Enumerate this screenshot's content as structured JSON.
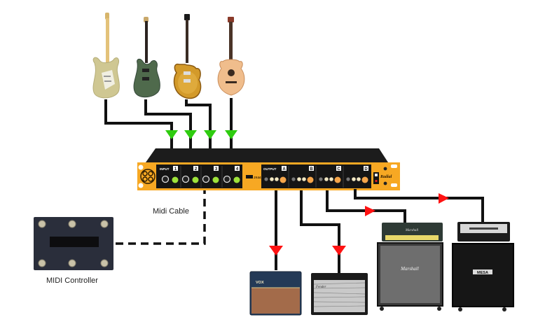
{
  "title": "Radial JX44 guitar & amp switching signal flow",
  "colors": {
    "input_arrow": "#2ecc0f",
    "output_arrow": "#ff1212",
    "cable": "#111111",
    "chassis_orange": "#f7a823",
    "chassis_dark": "#1a1a1a"
  },
  "guitars": [
    {
      "id": "1",
      "name": "Electric guitar (S-style, gold)",
      "icon": "electric-guitar-icon"
    },
    {
      "id": "2",
      "name": "Electric guitar (PRS-style, green)",
      "icon": "electric-guitar-icon"
    },
    {
      "id": "3",
      "name": "Electric guitar (LP-style, sunburst)",
      "icon": "electric-guitar-icon"
    },
    {
      "id": "4",
      "name": "Acoustic guitar",
      "icon": "acoustic-guitar-icon"
    }
  ],
  "device": {
    "brand": "Radial",
    "model": "JX44",
    "input_label": "INPUT",
    "output_label": "OUTPUT",
    "inputs": [
      "1",
      "2",
      "3",
      "4"
    ],
    "outputs": [
      "A",
      "B",
      "C",
      "D"
    ]
  },
  "amps": [
    {
      "id": "A",
      "brand": "VOX",
      "type": "combo"
    },
    {
      "id": "B",
      "brand": "Fender",
      "type": "combo"
    },
    {
      "id": "C",
      "brand": "Marshall",
      "type": "half-stack"
    },
    {
      "id": "D",
      "brand": "MESA",
      "type": "half-stack"
    }
  ],
  "labels": {
    "midi_cable": "Midi Cable",
    "midi_controller": "MIDI Controller"
  }
}
